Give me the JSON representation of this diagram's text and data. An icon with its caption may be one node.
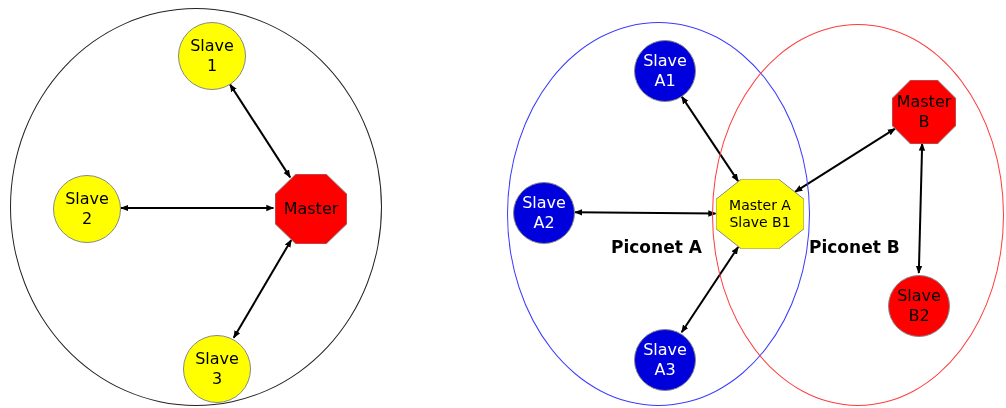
{
  "diagram": {
    "nodes": [
      {
        "text": [],
        "shape": "circle"
      },
      {
        "text": [
          "Slave 1"
        ],
        "in": 0
      },
      {
        "text": [
          "Slave 2"
        ],
        "in": 0
      },
      {
        "text": [
          "Master"
        ],
        "in": 0
      },
      {
        "text": [
          "Slave 3"
        ],
        "in": 0
      },
      {
        "text": [
          "Piconet A"
        ]
      },
      {
        "text": [
          "Slave A1"
        ],
        "in": 5
      },
      {
        "text": [
          "Slave A2"
        ],
        "in": 5
      },
      {
        "text": [
          "Master A",
          "Slave B1"
        ]
      },
      {
        "text": [
          "Slave A3"
        ],
        "in": 5
      },
      {
        "text": [
          "Piconet B"
        ]
      },
      {
        "text": [
          "Master B"
        ],
        "in": 10
      },
      {
        "text": [
          "Slave B2"
        ],
        "in": 10
      }
    ],
    "edges": [
      {
        "from": 3,
        "to": 1,
        "arrow": "both"
      },
      {
        "from": 3,
        "to": 2,
        "arrow": "both"
      },
      {
        "from": 3,
        "to": 4,
        "arrow": "both"
      },
      {
        "from": 8,
        "to": 6,
        "arrow": "both"
      },
      {
        "from": 8,
        "to": 7,
        "arrow": "both"
      },
      {
        "from": 8,
        "to": 9,
        "arrow": "both"
      },
      {
        "from": 8,
        "to": 11,
        "arrow": "both"
      },
      {
        "from": 11,
        "to": 12,
        "arrow": "both"
      }
    ]
  }
}
